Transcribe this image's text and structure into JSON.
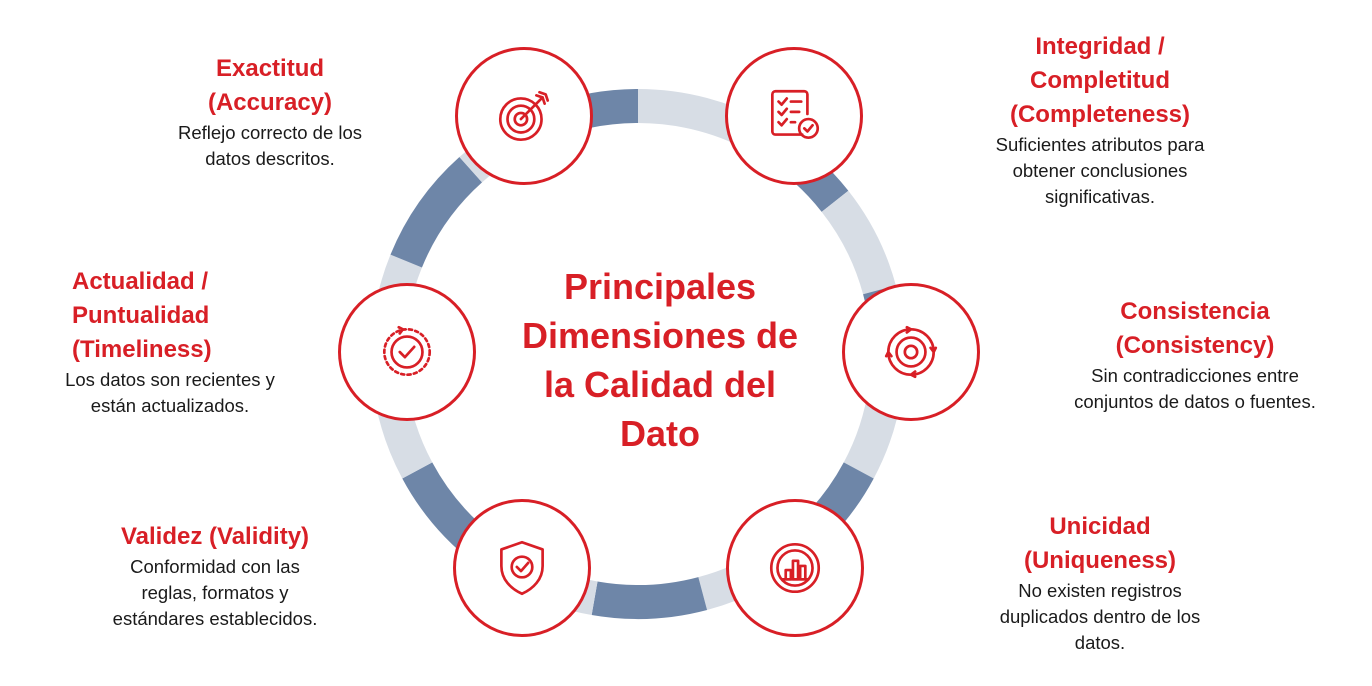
{
  "colors": {
    "accent": "#d81f26",
    "ring_dark": "#6e86a8",
    "ring_light": "#d7dde5",
    "text": "#1a1a1a"
  },
  "center": {
    "lines": [
      "Principales",
      "Dimensiones de",
      "la Calidad del",
      "Dato"
    ]
  },
  "dimensions": [
    {
      "id": "accuracy",
      "icon": "target-icon",
      "title_lines": [
        "Exactitud",
        "(Accuracy)"
      ],
      "desc_lines": [
        "Reflejo correcto de los",
        "datos descritos."
      ]
    },
    {
      "id": "completeness",
      "icon": "checklist-icon",
      "title_lines": [
        "Integridad /",
        "Completitud",
        "(Completeness)"
      ],
      "desc_lines": [
        "Suficientes atributos para",
        "obtener conclusiones",
        "significativas."
      ]
    },
    {
      "id": "consistency",
      "icon": "cycle-icon",
      "title_lines": [
        "Consistencia",
        "(Consistency)"
      ],
      "desc_lines": [
        "Sin contradicciones entre",
        "conjuntos de datos o fuentes."
      ]
    },
    {
      "id": "uniqueness",
      "icon": "bar-chart-icon",
      "title_lines": [
        "Unicidad",
        "(Uniqueness)"
      ],
      "desc_lines": [
        "No existen registros",
        "duplicados dentro de los",
        "datos."
      ]
    },
    {
      "id": "validity",
      "icon": "shield-check-icon",
      "title_lines": [
        "Validez (Validity)"
      ],
      "desc_lines": [
        "Conformidad con las",
        "reglas, formatos y",
        "estándares establecidos."
      ]
    },
    {
      "id": "timeliness",
      "icon": "clock-check-icon",
      "title_lines": [
        "Actualidad /",
        "Puntualidad",
        "(Timeliness)"
      ],
      "desc_lines": [
        "Los datos son recientes y",
        "están actualizados."
      ]
    }
  ]
}
